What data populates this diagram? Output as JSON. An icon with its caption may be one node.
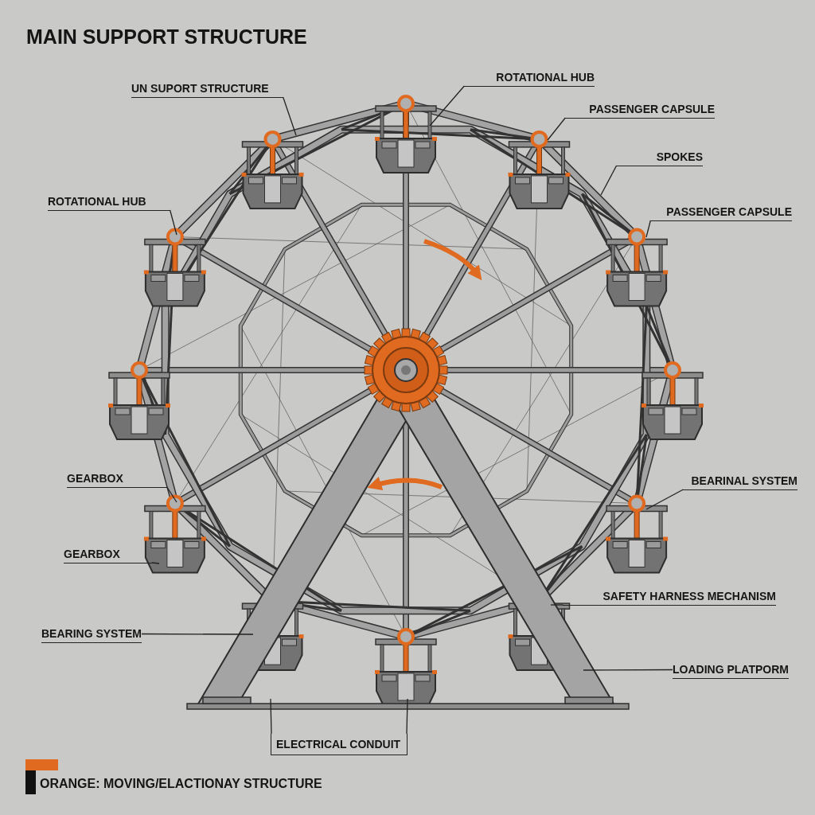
{
  "diagram": {
    "title": "MAIN SUPPORT STRUCTURE",
    "nodes": [
      {
        "text": [
          "UN SUPORT STRUCTURE"
        ]
      },
      {
        "text": [
          "ROTATIONAL HUB"
        ]
      },
      {
        "text": [
          "PASSENGER CAPSULE"
        ]
      },
      {
        "text": [
          "SPOKES"
        ]
      },
      {
        "text": [
          "PASSENGER CAPSULE"
        ]
      },
      {
        "text": [
          "ROTATIONAL HUB"
        ]
      },
      {
        "text": [
          "GEARBOX"
        ]
      },
      {
        "text": [
          "BEARINAL SYSTEM"
        ]
      },
      {
        "text": [
          "GEARBOX"
        ]
      },
      {
        "text": [
          "SAFETY HARNESS MECHANISM"
        ]
      },
      {
        "text": [
          "BEARING SYSTEM"
        ]
      },
      {
        "text": [
          "LOADING PLATPORM"
        ]
      },
      {
        "text": [
          "ELECTRICAL CONDUIT"
        ]
      }
    ],
    "edges": [
      {
        "from": 0,
        "to": null,
        "arrow": "none"
      },
      {
        "from": 1,
        "to": null,
        "arrow": "none"
      },
      {
        "from": 2,
        "to": null,
        "arrow": "none"
      },
      {
        "from": 3,
        "to": null,
        "arrow": "none"
      },
      {
        "from": 4,
        "to": null,
        "arrow": "none"
      },
      {
        "from": 5,
        "to": null,
        "arrow": "none"
      },
      {
        "from": 6,
        "to": null,
        "arrow": "none"
      },
      {
        "from": 7,
        "to": null,
        "arrow": "none"
      },
      {
        "from": 8,
        "to": null,
        "arrow": "none"
      },
      {
        "from": 9,
        "to": null,
        "arrow": "none"
      },
      {
        "from": 10,
        "to": null,
        "arrow": "none"
      },
      {
        "from": 11,
        "to": null,
        "arrow": "none"
      },
      {
        "from": 12,
        "to": null,
        "arrow": "none"
      },
      {
        "from": 12,
        "to": null,
        "arrow": "none"
      }
    ],
    "legend": [
      {
        "text": "ORANGE: MOVING/ELACTIONAY STRUCTURE",
        "color": "#e06a1f"
      }
    ]
  }
}
